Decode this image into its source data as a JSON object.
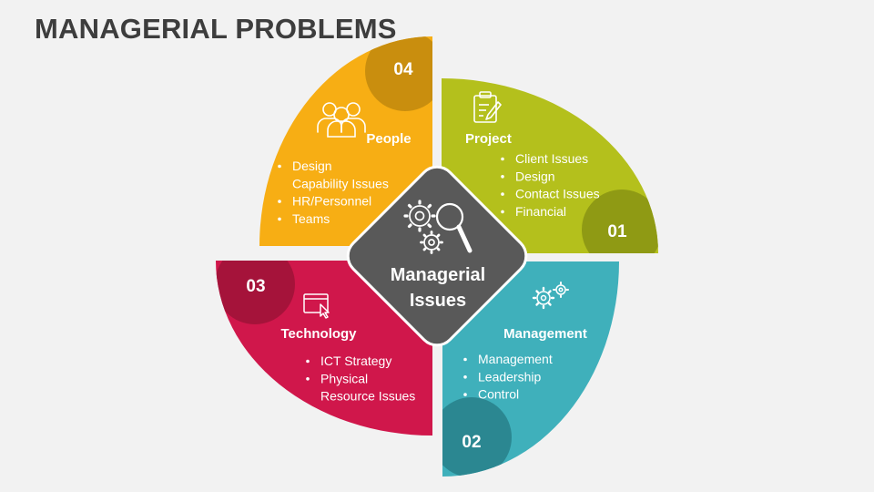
{
  "title": "MANAGERIAL PROBLEMS",
  "center": {
    "line1": "Managerial",
    "line2": "Issues",
    "icon": "gears-magnifier-icon",
    "color": "#595959"
  },
  "segments": [
    {
      "id": "project",
      "number": "01",
      "heading": "Project",
      "icon": "clipboard-icon",
      "color": "#b4c01c",
      "dark": "#8f9a14",
      "items": [
        [
          "Client Issues"
        ],
        [
          "Design"
        ],
        [
          "Contact Issues"
        ],
        [
          "Financial"
        ]
      ]
    },
    {
      "id": "management",
      "number": "02",
      "heading": "Management",
      "icon": "gears-icon",
      "color": "#3fb0bb",
      "dark": "#2b8791",
      "items": [
        [
          "Management"
        ],
        [
          "Leadership"
        ],
        [
          "Control"
        ]
      ]
    },
    {
      "id": "technology",
      "number": "03",
      "heading": "Technology",
      "icon": "monitor-cursor-icon",
      "color": "#d0174b",
      "dark": "#a5133a",
      "items": [
        [
          "ICT Strategy"
        ],
        [
          "Physical",
          "Resource Issues"
        ]
      ]
    },
    {
      "id": "people",
      "number": "04",
      "heading": "People",
      "icon": "people-icon",
      "color": "#f7ae14",
      "dark": "#c98e0e",
      "items": [
        [
          "Design",
          "Capability Issues"
        ],
        [
          "HR/Personnel"
        ],
        [
          "Teams"
        ]
      ]
    }
  ]
}
